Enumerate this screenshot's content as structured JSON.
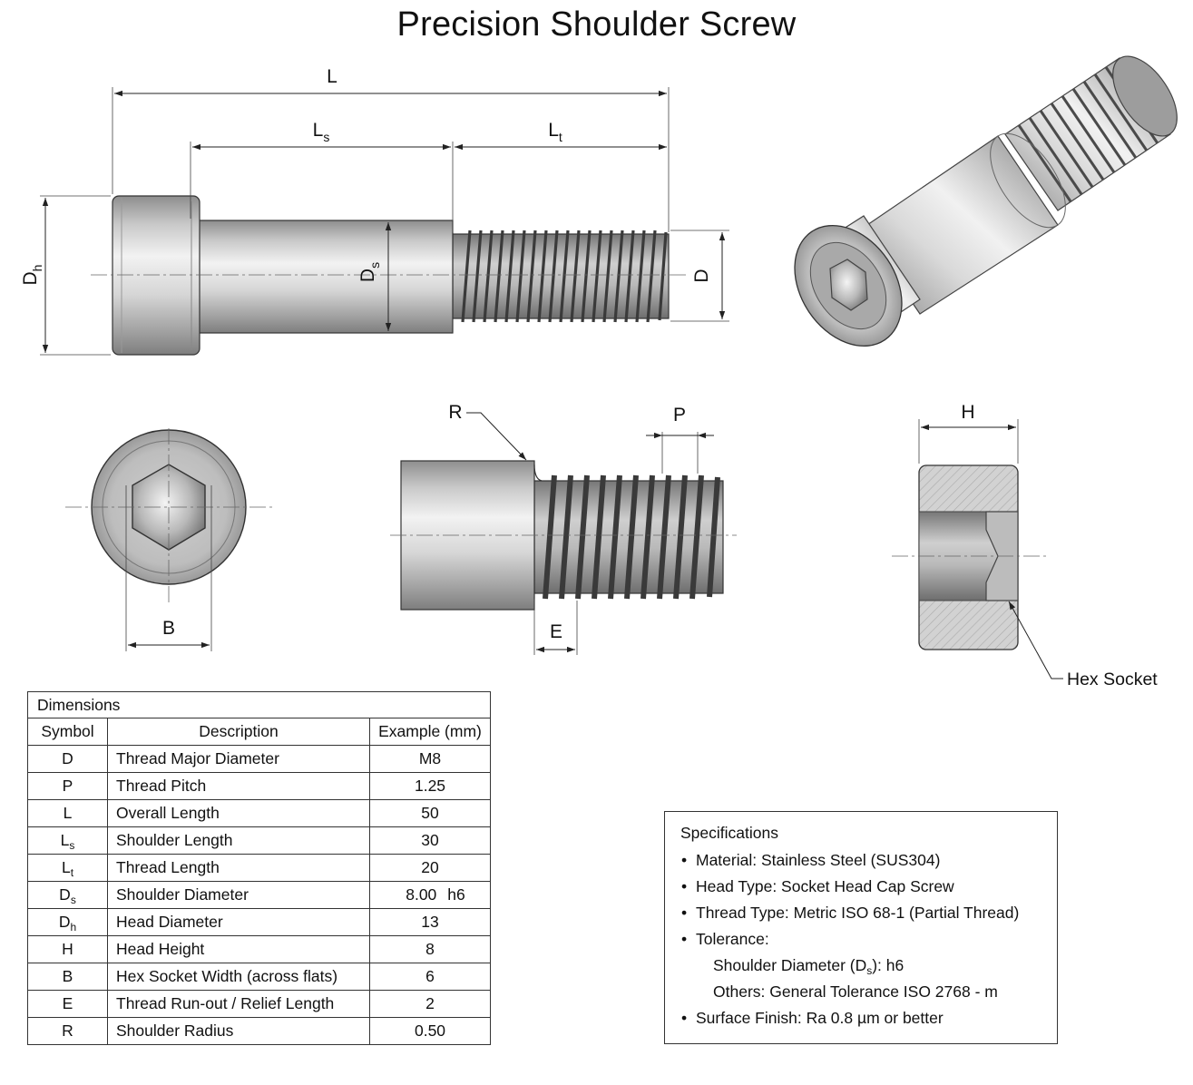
{
  "title": "Precision Shoulder Screw",
  "labels": {
    "L": "L",
    "Ls_base": "L",
    "Ls_sub": "s",
    "Lt_base": "L",
    "Lt_sub": "t",
    "Dh_base": "D",
    "Dh_sub": "h",
    "Ds_base": "D",
    "Ds_sub": "s",
    "D": "D",
    "B": "B",
    "R": "R",
    "P": "P",
    "E": "E",
    "H": "H",
    "hex_socket": "Hex Socket"
  },
  "table": {
    "caption": "Dimensions",
    "headers": {
      "symbol": "Symbol",
      "description": "Description",
      "example": "Example (mm)"
    },
    "rows": [
      {
        "symbol": "D",
        "sub": "",
        "description": "Thread Major Diameter",
        "value": "M8",
        "tol": ""
      },
      {
        "symbol": "P",
        "sub": "",
        "description": "Thread Pitch",
        "value": "1.25",
        "tol": ""
      },
      {
        "symbol": "L",
        "sub": "",
        "description": "Overall Length",
        "value": "50",
        "tol": ""
      },
      {
        "symbol": "L",
        "sub": "s",
        "description": "Shoulder Length",
        "value": "30",
        "tol": ""
      },
      {
        "symbol": "L",
        "sub": "t",
        "description": "Thread Length",
        "value": "20",
        "tol": ""
      },
      {
        "symbol": "D",
        "sub": "s",
        "description": "Shoulder Diameter",
        "value": "8.00",
        "tol": "h6"
      },
      {
        "symbol": "D",
        "sub": "h",
        "description": "Head Diameter",
        "value": "13",
        "tol": ""
      },
      {
        "symbol": "H",
        "sub": "",
        "description": "Head Height",
        "value": "8",
        "tol": ""
      },
      {
        "symbol": "B",
        "sub": "",
        "description": "Hex Socket Width (across flats)",
        "value": "6",
        "tol": ""
      },
      {
        "symbol": "E",
        "sub": "",
        "description": "Thread Run-out / Relief Length",
        "value": "2",
        "tol": ""
      },
      {
        "symbol": "R",
        "sub": "",
        "description": "Shoulder Radius",
        "value": "0.50",
        "tol": ""
      }
    ]
  },
  "specs": {
    "title": "Specifications",
    "material": "Material: Stainless Steel (SUS304)",
    "head_type": "Head Type: Socket Head Cap Screw",
    "thread_type": "Thread Type: Metric ISO 68-1 (Partial Thread)",
    "tolerance": "Tolerance:",
    "tol_shoulder_pre": "Shoulder Diameter (D",
    "tol_shoulder_sub": "s",
    "tol_shoulder_post": "): h6",
    "tol_others": "Others: General Tolerance ISO 2768 - m",
    "surface": "Surface Finish: Ra 0.8 µm or better"
  },
  "colors": {
    "line": "#222222",
    "metal_light": "#e6e6e6",
    "metal_dark": "#8a8a8a",
    "section_hatch": "#bdbdbd"
  }
}
